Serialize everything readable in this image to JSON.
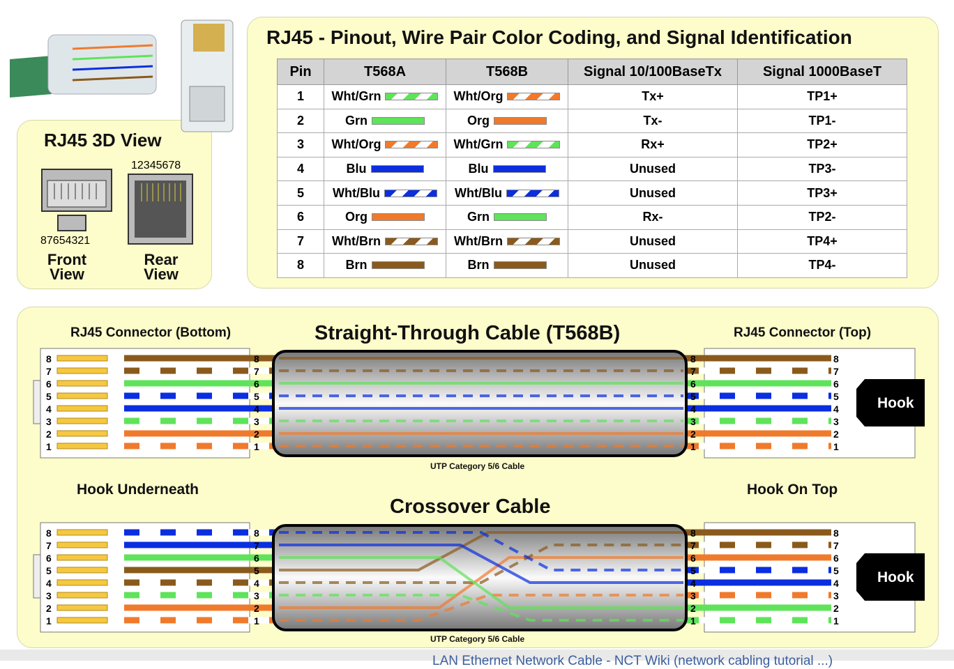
{
  "title": "RJ45 -  Pinout, Wire Pair Color Coding, and Signal Identification",
  "view3d": {
    "title": "RJ45 3D View",
    "front_pins": "87654321",
    "rear_pins": "12345678",
    "front_label": "Front View",
    "rear_label": "Rear View"
  },
  "colors": {
    "Grn": "#5fe35a",
    "Org": "#f07a2c",
    "Blu": "#0a2ee0",
    "Brn": "#8a5a1c",
    "Wht": "#ffffff"
  },
  "table": {
    "headers": [
      "Pin",
      "T568A",
      "T568B",
      "Signal 10/100BaseTx",
      "Signal 1000BaseT"
    ],
    "rows": [
      {
        "pin": "1",
        "a": "Wht/Grn",
        "b": "Wht/Org",
        "s100": "Tx+",
        "s1000": "TP1+"
      },
      {
        "pin": "2",
        "a": "Grn",
        "b": "Org",
        "s100": "Tx-",
        "s1000": "TP1-"
      },
      {
        "pin": "3",
        "a": "Wht/Org",
        "b": "Wht/Grn",
        "s100": "Rx+",
        "s1000": "TP2+"
      },
      {
        "pin": "4",
        "a": "Blu",
        "b": "Blu",
        "s100": "Unused",
        "s1000": "TP3-"
      },
      {
        "pin": "5",
        "a": "Wht/Blu",
        "b": "Wht/Blu",
        "s100": "Unused",
        "s1000": "TP3+"
      },
      {
        "pin": "6",
        "a": "Org",
        "b": "Grn",
        "s100": "Rx-",
        "s1000": "TP2-"
      },
      {
        "pin": "7",
        "a": "Wht/Brn",
        "b": "Wht/Brn",
        "s100": "Unused",
        "s1000": "TP4+"
      },
      {
        "pin": "8",
        "a": "Brn",
        "b": "Brn",
        "s100": "Unused",
        "s1000": "TP4-"
      }
    ]
  },
  "straight": {
    "title": "Straight-Through Cable (T568B)",
    "left_label": "RJ45 Connector (Bottom)",
    "right_label": "RJ45 Connector (Top)",
    "cable_label": "UTP Category 5/6 Cable",
    "hook": "Hook",
    "left": [
      "Wht/Org",
      "Org",
      "Wht/Grn",
      "Blu",
      "Wht/Blu",
      "Grn",
      "Wht/Brn",
      "Brn"
    ],
    "right": [
      "Wht/Org",
      "Org",
      "Wht/Grn",
      "Blu",
      "Wht/Blu",
      "Grn",
      "Wht/Brn",
      "Brn"
    ]
  },
  "crossover": {
    "title": "Crossover Cable",
    "left_label": "Hook Underneath",
    "right_label": "Hook On Top",
    "cable_label": "UTP Category 5/6 Cable",
    "hook": "Hook",
    "left": [
      "Wht/Org",
      "Org",
      "Wht/Grn",
      "Wht/Brn",
      "Brn",
      "Grn",
      "Blu",
      "Wht/Blu"
    ],
    "right": [
      "Wht/Grn",
      "Grn",
      "Wht/Org",
      "Blu",
      "Wht/Blu",
      "Org",
      "Wht/Brn",
      "Brn"
    ]
  },
  "pins": [
    "1",
    "2",
    "3",
    "4",
    "5",
    "6",
    "7",
    "8"
  ],
  "caption": "LAN Ethernet Network Cable - NCT Wiki (network cabling tutorial ...)"
}
